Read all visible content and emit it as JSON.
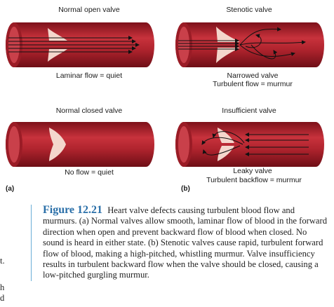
{
  "panels": {
    "a_top_title": "Normal open valve",
    "a_top_caption": "Laminar flow = quiet",
    "a_bottom_title": "Normal closed valve",
    "a_bottom_caption": "No flow = quiet",
    "b_top_title": "Stenotic valve",
    "b_top_caption_1": "Narrowed valve",
    "b_top_caption_2": "Turbulent flow = murmur",
    "b_bottom_title": "Insufficient valve",
    "b_bottom_caption_1": "Leaky valve",
    "b_bottom_caption_2": "Turbulent backflow = murmur",
    "letter_a": "(a)",
    "letter_b": "(b)"
  },
  "caption": {
    "figure_label": "Figure 12.21",
    "text": "Heart valve defects causing turbulent blood flow and murmurs. (a) Normal valves allow smooth, laminar flow of blood in the forward direction when open and prevent backward flow of blood when closed. No sound is heard in either state. (b) Stenotic valves cause rapid, turbulent forward flow of blood, making a high-pitched, whistling murmur. Valve insufficiency results in turbulent backward flow when the valve should be closed, causing a low-pitched gurgling murmur."
  },
  "left_edge_fragments": [
    "t.",
    "",
    "h",
    "d"
  ],
  "colors": {
    "vessel_dark": "#8e1620",
    "vessel_mid": "#c8323c",
    "vessel_light": "#e2727a",
    "valve": "#f4d6cc",
    "figure_label": "#2a6fa8"
  }
}
